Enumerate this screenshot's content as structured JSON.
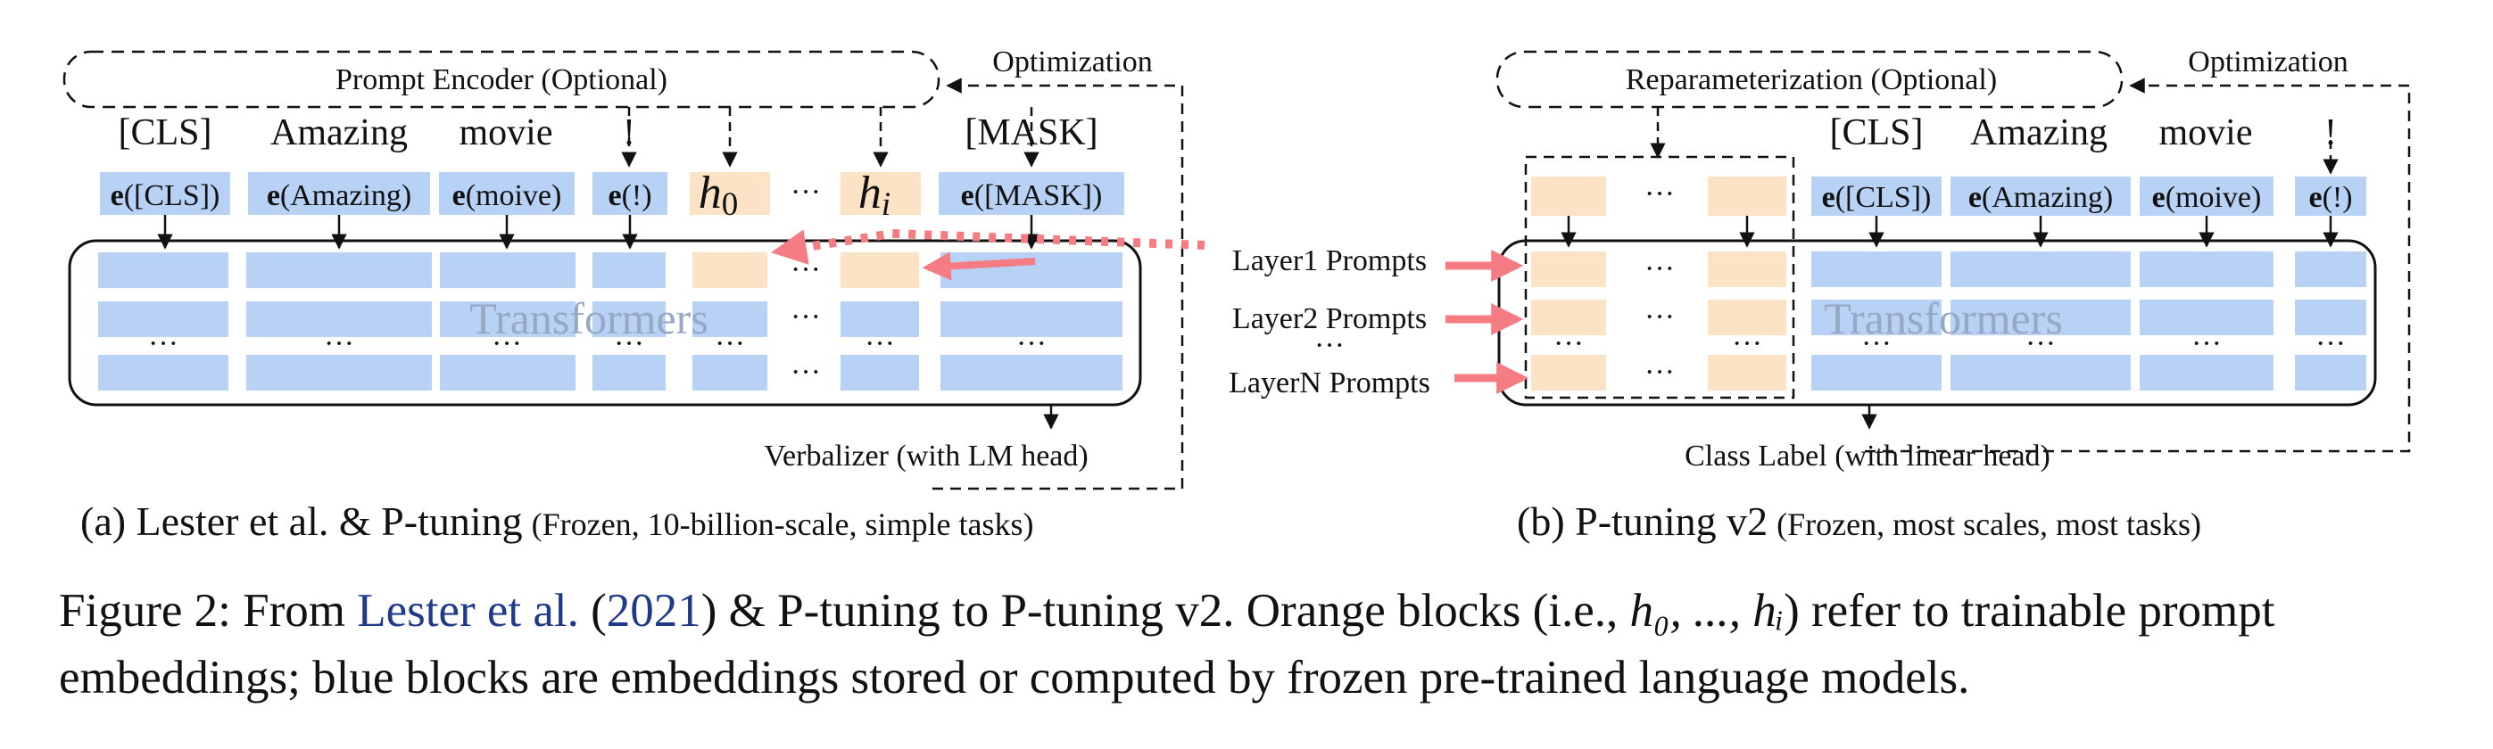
{
  "panel_a": {
    "encoder_label": "Prompt Encoder (Optional)",
    "optimization_label": "Optimization",
    "tokens": [
      "[CLS]",
      "Amazing",
      "movie",
      "!",
      "[MASK]"
    ],
    "embeddings": [
      "([CLS])",
      "(Amazing)",
      "(moive)",
      "(!)",
      "([MASK])"
    ],
    "embedding_prefix": "e",
    "prompt_h0": "h",
    "prompt_h0_sub": "0",
    "prompt_hi": "h",
    "prompt_hi_sub": "i",
    "ellipsis": "···",
    "transformers_label": "Transformers",
    "verbalizer_label": "Verbalizer (with LM head)",
    "subcaption_main": "(a) Lester et al. & P-tuning",
    "subcaption_small": "(Frozen, 10-billion-scale, simple tasks)"
  },
  "panel_b": {
    "reparam_label": "Reparameterization (Optional)",
    "optimization_label": "Optimization",
    "tokens": [
      "[CLS]",
      "Amazing",
      "movie",
      "!"
    ],
    "embeddings": [
      "([CLS])",
      "(Amazing)",
      "(moive)",
      "(!)"
    ],
    "embedding_prefix": "e",
    "layer_prompts": [
      "Layer1 Prompts",
      "Layer2 Prompts",
      "LayerN Prompts"
    ],
    "ellipsis": "···",
    "transformers_label": "Transformers",
    "classlabel_label": "Class Label (with linear head)",
    "subcaption_main": "(b) P-tuning v2",
    "subcaption_small": "(Frozen, most scales, most tasks)"
  },
  "caption": {
    "part1": "Figure 2: From ",
    "ref_authors": "Lester et al.",
    "ref_open": " (",
    "ref_year": "2021",
    "part2": ") & P-tuning to P-tuning v2. Orange blocks (i.e., ",
    "math": "h₀, ..., hᵢ",
    "part3": ") refer to trainable prompt embeddings; blue blocks are embeddings stored or computed by frozen pre-trained language models."
  },
  "colors": {
    "blue_block": "#b7d2f5",
    "orange_block": "#fde3c6",
    "arrow_pink": "#f47c82",
    "ghost_text": "#97a8c4",
    "ref_link": "#1f3a8a"
  }
}
